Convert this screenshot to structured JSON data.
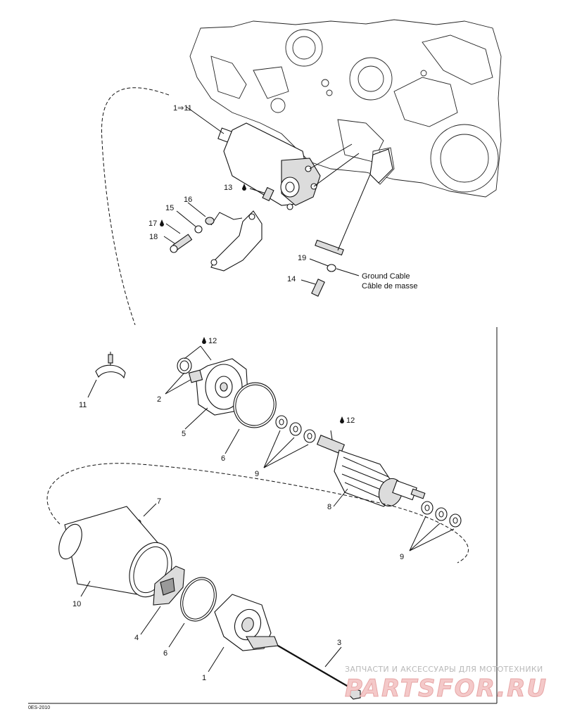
{
  "labels": {
    "assembly": "1⇒11",
    "p1": "1",
    "p2": "2",
    "p3": "3",
    "p4": "4",
    "p5": "5",
    "p6a": "6",
    "p6b": "6",
    "p7": "7",
    "p8": "8",
    "p9a": "9",
    "p9b": "9",
    "p10": "10",
    "p11": "11",
    "p12a": "12",
    "p12b": "12",
    "p13": "13",
    "p14": "14",
    "p15": "15",
    "p16": "16",
    "p17": "17",
    "p18": "18",
    "p19": "19"
  },
  "ground_cable": {
    "en": "Ground Cable",
    "fr": "Câble de masse"
  },
  "figure_code": "0ES-2010",
  "watermark": {
    "text": "ЗАПЧАСТИ И АКСЕССУАРЫ ДЛЯ МОТОТЕХНИКИ",
    "brand": "PARTSFOR.RU"
  }
}
